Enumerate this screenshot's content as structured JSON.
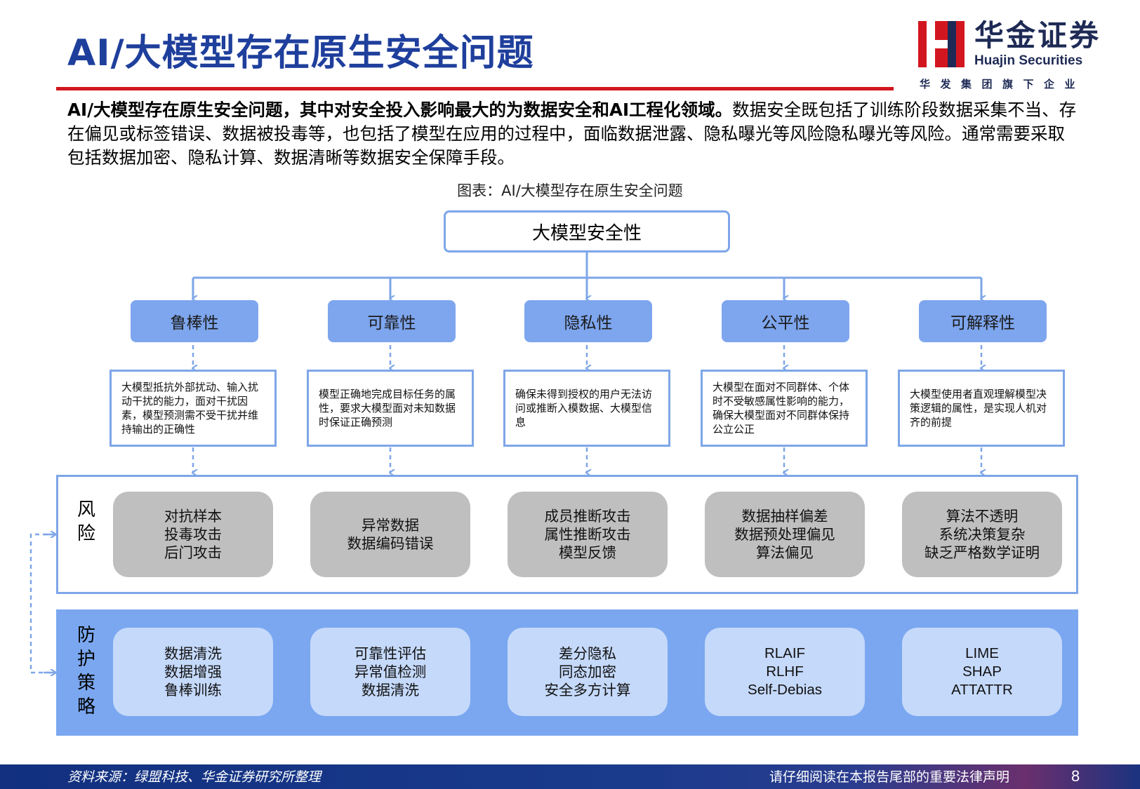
{
  "header": {
    "title": "AI/大模型存在原生安全问题",
    "logo_cn": "华金证券",
    "logo_en": "Huajin Securities",
    "logo_tagline": "华发集团旗下企业",
    "brand_red": "#d2161f",
    "brand_navy": "#1e2a55"
  },
  "intro": {
    "bold": "AI/大模型存在原生安全问题，其中对安全投入影响最大的为数据安全和AI工程化领域。",
    "text": "数据安全既包括了训练阶段数据采集不当、存在偏见或标签错误、数据被投毒等，也包括了模型在应用的过程中，面临数据泄露、隐私曝光等风险隐私曝光等风险。通常需要采取包括数据加密、隐私计算、数据清晰等数据安全保障手段。"
  },
  "figure": {
    "caption": "图表：AI/大模型存在原生安全问题",
    "root": "大模型安全性",
    "properties": [
      {
        "label": "鲁棒性",
        "desc": "大模型抵抗外部扰动、输入扰动干扰的能力，面对干扰因素，模型预测需不受干扰并维持输出的正确性"
      },
      {
        "label": "可靠性",
        "desc": "模型正确地完成目标任务的属性，要求大模型面对未知数据时保证正确预测"
      },
      {
        "label": "隐私性",
        "desc": "确保未得到授权的用户无法访问或推断入模数据、大模型信息"
      },
      {
        "label": "公平性",
        "desc": "大模型在面对不同群体、个体时不受敏感属性影响的能力，确保大模型面对不同群体保持公立公正"
      },
      {
        "label": "可解释性",
        "desc": "大模型使用者直观理解模型决策逻辑的属性，是实现人机对齐的前提"
      }
    ],
    "risk_label": [
      "风",
      "险"
    ],
    "risks": [
      [
        "对抗样本",
        "投毒攻击",
        "后门攻击"
      ],
      [
        "异常数据",
        "数据编码错误"
      ],
      [
        "成员推断攻击",
        "属性推断攻击",
        "模型反馈"
      ],
      [
        "数据抽样偏差",
        "数据预处理偏见",
        "算法偏见"
      ],
      [
        "算法不透明",
        "系统决策复杂",
        "缺乏严格数学证明"
      ]
    ],
    "defense_label": [
      "防",
      "护",
      "策",
      "略"
    ],
    "defenses": [
      [
        "数据清洗",
        "数据增强",
        "鲁棒训练"
      ],
      [
        "可靠性评估",
        "异常值检测",
        "数据清洗"
      ],
      [
        "差分隐私",
        "同态加密",
        "安全多方计算"
      ],
      [
        "RLAIF",
        "RLHF",
        "Self-Debias"
      ],
      [
        "LIME",
        "SHAP",
        "ATTATTR"
      ]
    ],
    "colors": {
      "property_fill": "#7ea6ee",
      "outline": "#7ea6e8",
      "risk_fill": "#bfbfbf",
      "defense_band": "#7aa7f0",
      "defense_fill": "#c5d9fa"
    }
  },
  "footer": {
    "source": "资料来源：绿盟科技、华金证券研究所整理",
    "notice": "请仔细阅读在本报告尾部的重要法律声明",
    "page": "8"
  }
}
